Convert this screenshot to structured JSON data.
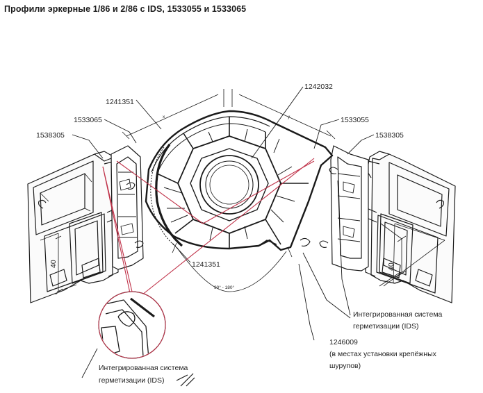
{
  "title": "Профили эркерные 1/86 и 2/86 с IDS, 1533055 и 1533065",
  "labels": {
    "p1241351_top": "1241351",
    "p1242032": "1242032",
    "p1533065": "1533065",
    "p1533055": "1533055",
    "p1538305_left": "1538305",
    "p1538305_right": "1538305",
    "p1241351_bottom": "1241351",
    "ids_right_line1": "Интегрированная система",
    "ids_right_line2": "герметизации (IDS)",
    "p1246009": "1246009",
    "p1246009_note_line1": "(в местах установки крепёжных",
    "p1246009_note_line2": "шурупов)",
    "ids_left_line1": "Интегрированная система",
    "ids_left_line2": "герметизации (IDS)",
    "dim_left": "40",
    "dim_right": "40",
    "dim_x": "x",
    "dim_y": "y",
    "angle": "90° - 180°"
  },
  "colors": {
    "line": "#1a1a1a",
    "accent": "#c0334a"
  }
}
